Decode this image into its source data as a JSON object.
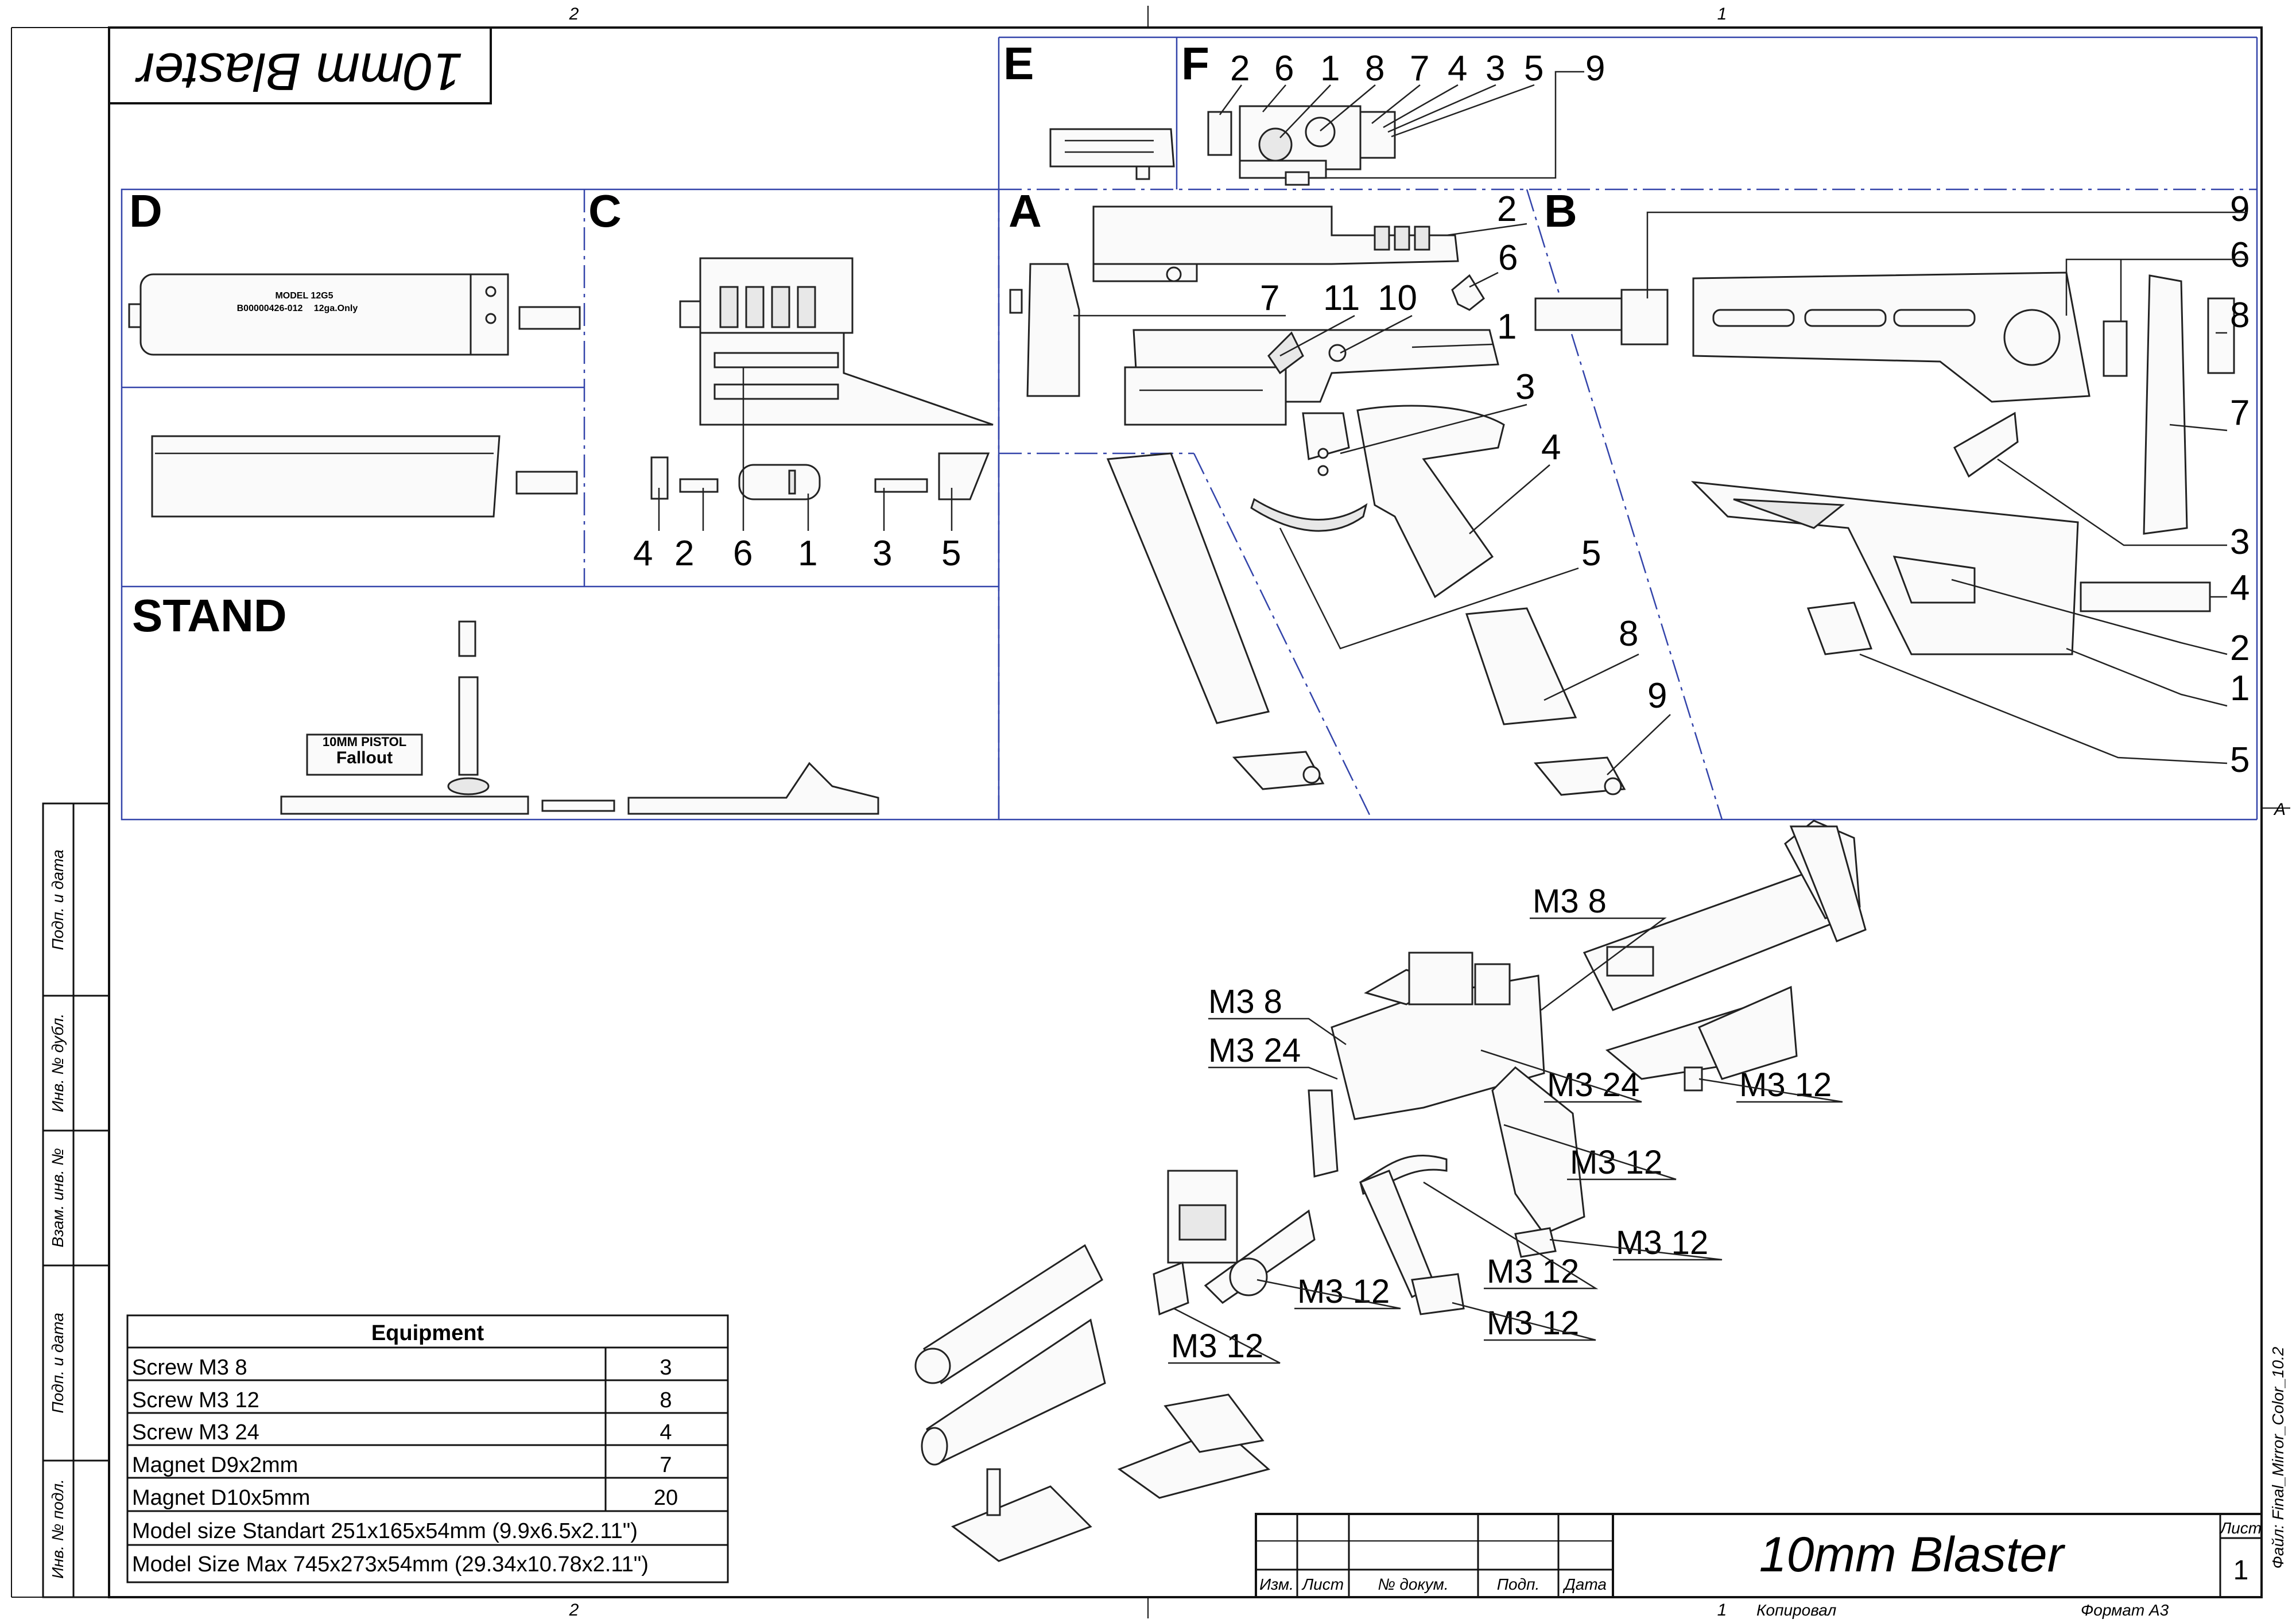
{
  "frame": {
    "zone_top_left": "2",
    "zone_top_right": "1",
    "zone_bottom_left": "2",
    "zone_bottom_right": "1",
    "zone_side": "A"
  },
  "header_stamp": "10mm Blaster",
  "sections": {
    "A": "A",
    "B": "B",
    "C": "C",
    "D": "D",
    "E": "E",
    "F": "F",
    "STAND": "STAND"
  },
  "section_F_numbers": [
    "2",
    "6",
    "1",
    "8",
    "7",
    "4",
    "3",
    "5",
    "9"
  ],
  "section_A_numbers": [
    "2",
    "6",
    "7",
    "11",
    "10",
    "1",
    "3",
    "4",
    "5",
    "8",
    "9"
  ],
  "section_B_numbers": [
    "9",
    "6",
    "8",
    "7",
    "3",
    "4",
    "2",
    "1",
    "5"
  ],
  "section_C_numbers": [
    "4",
    "2",
    "6",
    "1",
    "3",
    "5"
  ],
  "suppressor_text": {
    "model": "MODEL 12G5",
    "serial": "B00000426-012",
    "gauge": "12ga.Only"
  },
  "stand_plaque": {
    "line1": "10MM PISTOL",
    "line2": "Fallout"
  },
  "assembly_callouts": [
    "M3 8",
    "M3 8",
    "M3 24",
    "M3 24",
    "M3 12",
    "M3 12",
    "M3 12",
    "M3 12",
    "M3 12",
    "M3 12",
    "M3 12"
  ],
  "left_strip": [
    "Подп. и дата",
    "Инв. № дубл.",
    "Взам. инв. №",
    "Подп. и дата",
    "Инв. № подл."
  ],
  "equipment": {
    "header": "Equipment",
    "rows": [
      {
        "name": "Screw M3 8",
        "qty": "3"
      },
      {
        "name": "Screw M3 12",
        "qty": "8"
      },
      {
        "name": "Screw M3 24",
        "qty": "4"
      },
      {
        "name": "Magnet D9x2mm",
        "qty": "7"
      },
      {
        "name": "Magnet D10x5mm",
        "qty": "20"
      }
    ],
    "model_size_std": "Model size Standart 251x165x54mm (9.9x6.5x2.11\")",
    "model_size_max": "Model Size Max 745x273x54mm (29.34x10.78x2.11\")"
  },
  "title_block": {
    "izm": "Изм.",
    "list": "Лист",
    "doc": "№ докум.",
    "podp": "Подп.",
    "data": "Дата",
    "title": "10mm Blaster",
    "sheet_label": "Лист",
    "sheet_num": "1"
  },
  "footer": {
    "copied": "Копировал",
    "format": "Формат A3",
    "file": "Файл: Final_Mirror_Color_10.2"
  }
}
